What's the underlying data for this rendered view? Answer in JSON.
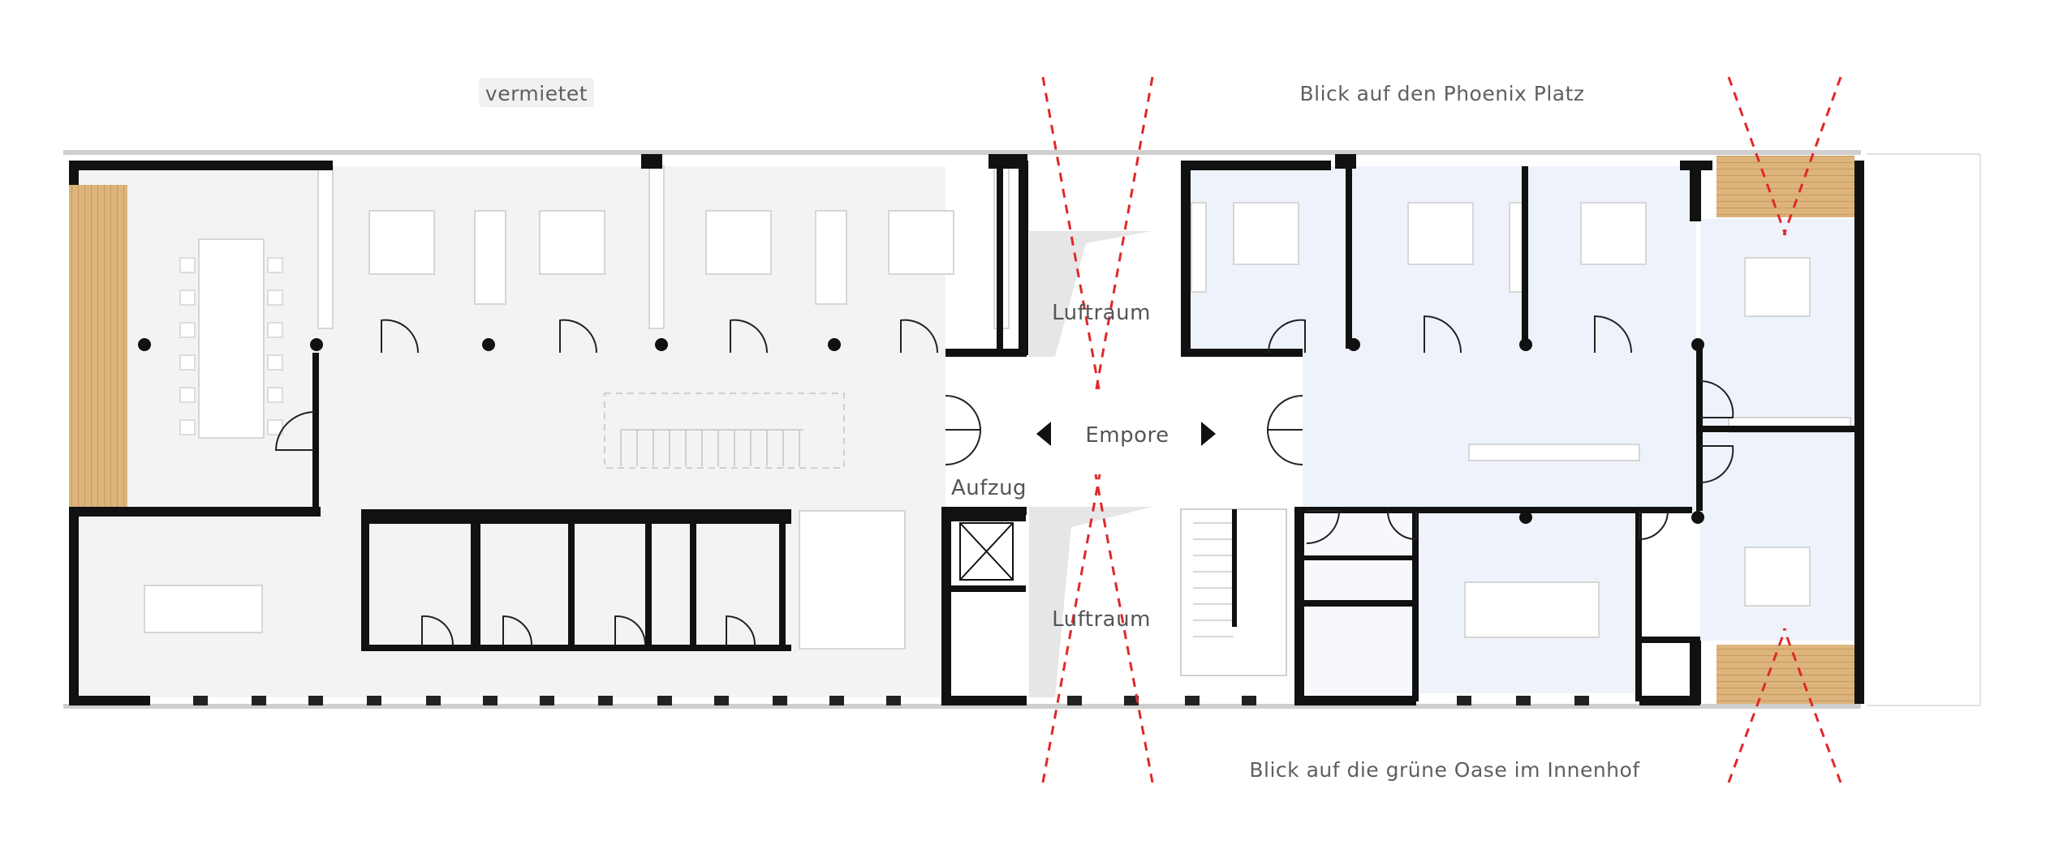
{
  "labels": {
    "rented": "vermietet",
    "view_north": "Blick auf den Phoenix Platz",
    "view_south": "Blick auf die grüne Oase im Innenhof",
    "void_top": "Luftraum",
    "void_bottom": "Luftraum",
    "gallery": "Empore",
    "elevator": "Aufzug"
  },
  "colors": {
    "rented_area": "#f3f3f3",
    "own_area": "#eef3fb",
    "walls": "#111111",
    "terrace_wood": "#d9b27a",
    "sight_lines": "#e0282b"
  },
  "icons": [
    "arrow-left-icon",
    "arrow-right-icon",
    "elevator-icon",
    "stair-icon",
    "column-icon"
  ]
}
